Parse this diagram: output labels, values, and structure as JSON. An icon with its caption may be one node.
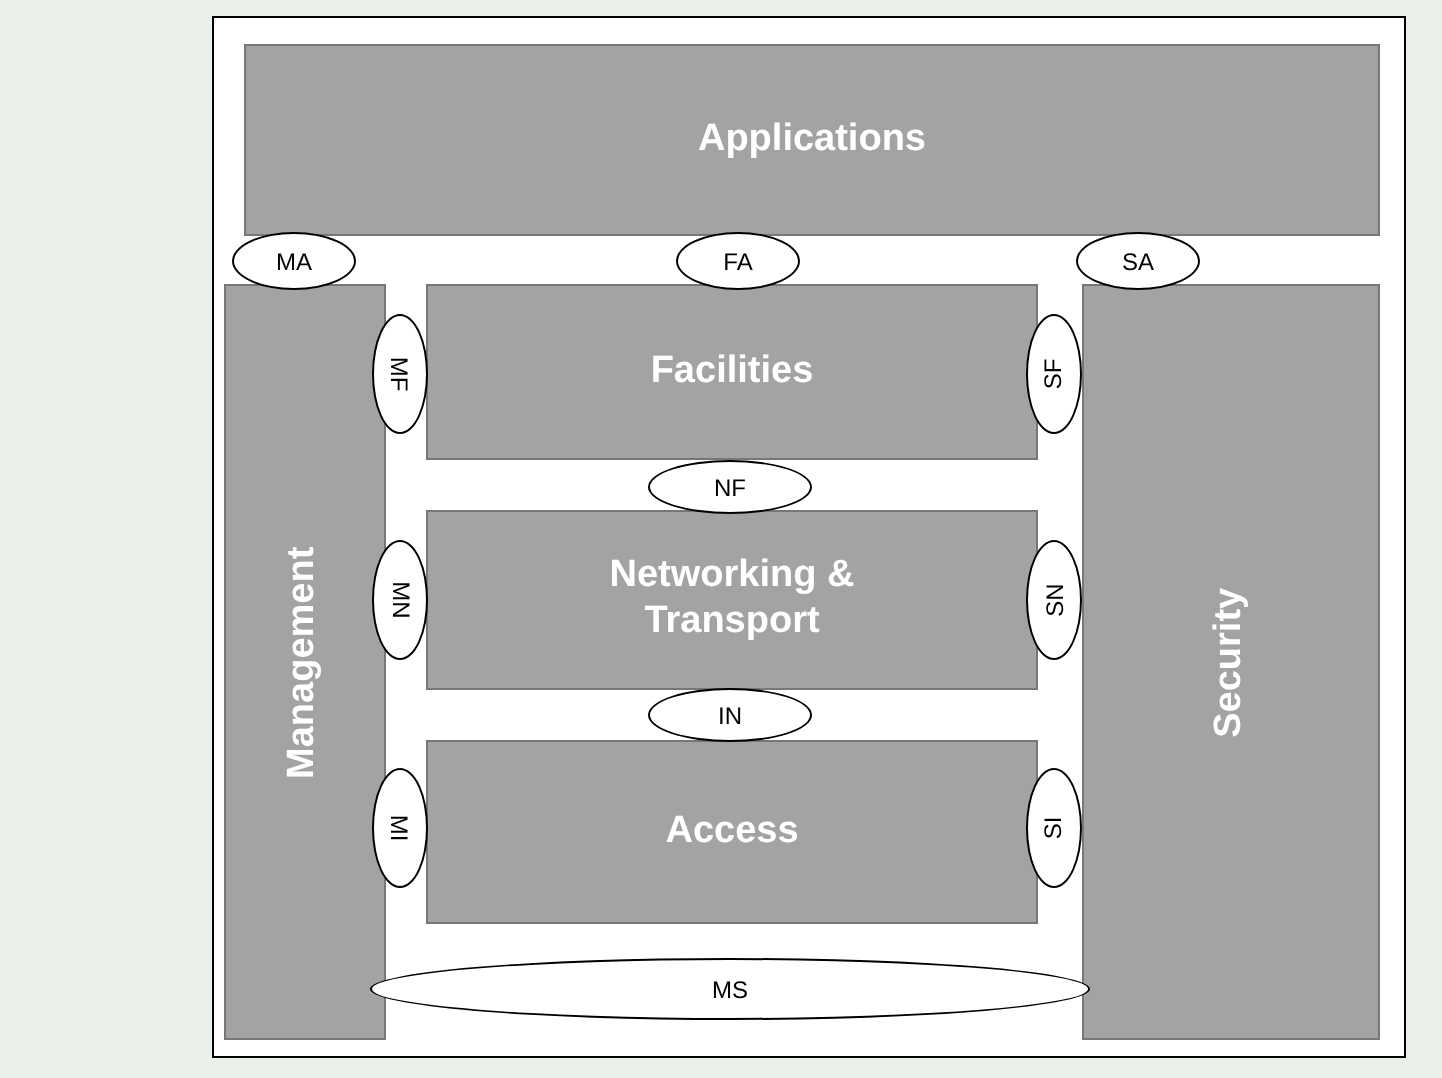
{
  "diagram": {
    "nodes": [
      {
        "text": [
          "Applications"
        ]
      },
      {
        "text": [
          "Management"
        ]
      },
      {
        "text": [
          "Facilities"
        ]
      },
      {
        "text": [
          "Networking & Transport"
        ]
      },
      {
        "text": [
          "Access"
        ]
      },
      {
        "text": [
          "Security"
        ]
      },
      {
        "text": [
          "MA"
        ]
      },
      {
        "text": [
          "FA"
        ]
      },
      {
        "text": [
          "SA"
        ]
      },
      {
        "text": [
          "MF"
        ]
      },
      {
        "text": [
          "SF"
        ]
      },
      {
        "text": [
          "NF"
        ]
      },
      {
        "text": [
          "MN"
        ]
      },
      {
        "text": [
          "SN"
        ]
      },
      {
        "text": [
          "IN"
        ]
      },
      {
        "text": [
          "MI"
        ]
      },
      {
        "text": [
          "SI"
        ]
      },
      {
        "text": [
          "MS"
        ]
      }
    ]
  }
}
